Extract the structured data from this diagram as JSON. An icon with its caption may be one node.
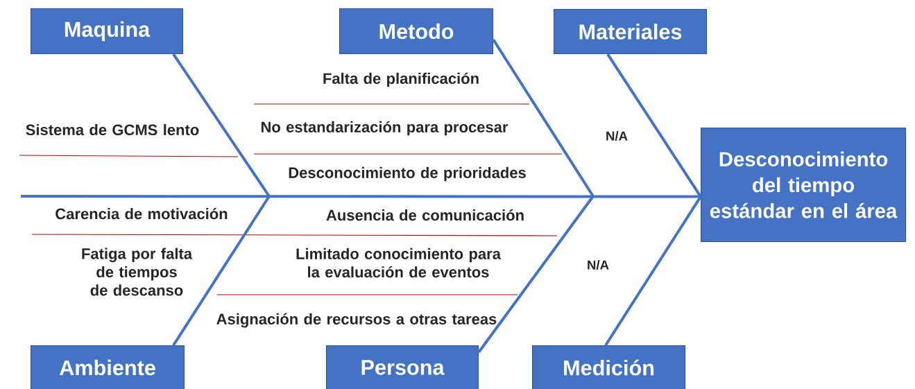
{
  "diagram": {
    "nodes": [
      {
        "text": [
          "Desconocimiento del tiempo estándar en el área"
        ]
      },
      {
        "text": [
          "Maquina"
        ]
      },
      {
        "text": [
          "Metodo"
        ]
      },
      {
        "text": [
          "Materiales"
        ]
      },
      {
        "text": [
          "Ambiente"
        ]
      },
      {
        "text": [
          "Persona"
        ]
      },
      {
        "text": [
          "Medición"
        ]
      }
    ],
    "edges": [
      {
        "from": null,
        "to": 0,
        "arrow": "none"
      },
      {
        "from": 1,
        "to": null,
        "arrow": "none"
      },
      {
        "from": 2,
        "to": null,
        "arrow": "none"
      },
      {
        "from": 3,
        "to": 0,
        "arrow": "none"
      },
      {
        "from": 4,
        "to": null,
        "arrow": "none"
      },
      {
        "from": 5,
        "to": null,
        "arrow": "none"
      },
      {
        "from": 6,
        "to": 0,
        "arrow": "none"
      }
    ],
    "labels": [
      "Falta de planificación",
      "Sistema de GCMS lento",
      "No estandarización para procesar",
      "N/A",
      "Desconocimiento de prioridades",
      "Carencia de motivación",
      "Ausencia de comunicación",
      "Fatiga por falta de tiempos de descanso",
      "Limitado conocimiento para la evaluación de eventos",
      "N/A",
      "Asignación de recursos a otras tareas"
    ]
  }
}
